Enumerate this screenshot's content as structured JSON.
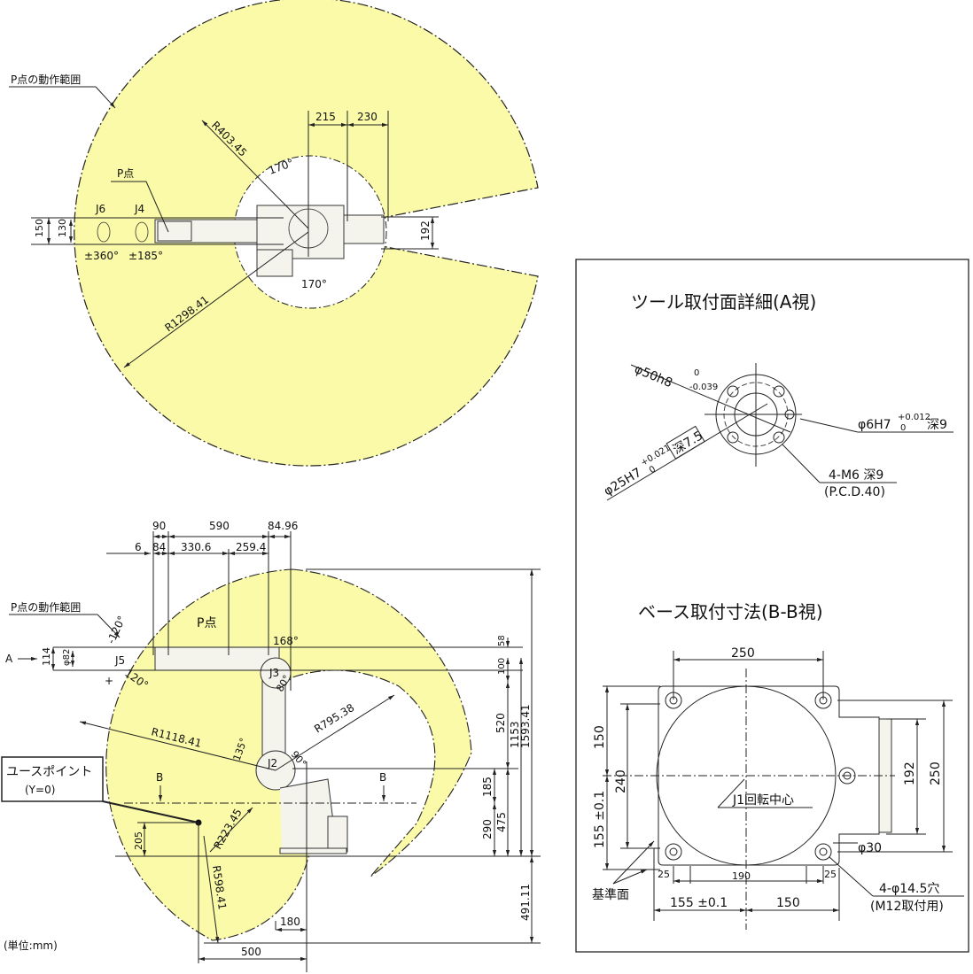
{
  "colors": {
    "range": "#fafaa8",
    "line": "#222222"
  },
  "top_view": {
    "range_label": "P点の動作範囲",
    "p_point": "P点",
    "j6": "J6",
    "j4": "J4",
    "j6_range": "±360°",
    "j4_range": "±185°",
    "dim_150": "150",
    "dim_130": "130",
    "dim_192": "192",
    "dim_215": "215",
    "dim_230": "230",
    "r_inner": "R403.45",
    "r_outer": "R1298.41",
    "angle_top": "170°",
    "angle_bottom": "170°"
  },
  "side_view": {
    "range_label": "P点の動作範囲",
    "p_point": "P点",
    "a_arrow": "A",
    "j5": "J5",
    "j3": "J3",
    "j2": "J2",
    "dims_top": [
      "90",
      "590",
      "84.96",
      "6",
      "84",
      "330.6",
      "259.4"
    ],
    "dim_114": "114",
    "dim_phi82": "φ82",
    "angle_j5_neg": "-120°",
    "angle_j5_pos": "120°",
    "plus": "+",
    "angle_168": "168°",
    "angle_j3": "80°",
    "angle_135": "135°",
    "angle_90": "90°",
    "r_1118": "R1118.41",
    "r_795": "R795.38",
    "r_223": "R223.45",
    "r_598": "R598.41",
    "dims_right": [
      "58",
      "100",
      "520",
      "1153",
      "1593.41",
      "185",
      "475",
      "290",
      "491.11"
    ],
    "dim_205": "205",
    "dim_180": "180",
    "dim_500": "500",
    "section_b": "B",
    "user_point": "ユースポイント",
    "user_point_sub": "(Y=0)",
    "unit": "(単位:mm)"
  },
  "detail_a": {
    "title": "ツール取付面詳細(A視)",
    "phi50": "φ50h8",
    "phi50_tol_up": "0",
    "phi50_tol_low": "-0.039",
    "phi25": "φ25H7",
    "phi25_tol_up": "+0.021",
    "phi25_tol_low": "0",
    "depth75": "深7.5",
    "phi6": "φ6H7",
    "phi6_tol_up": "+0.012",
    "phi6_tol_low": "0",
    "phi6_depth": "深9",
    "m6": "4-M6 深9",
    "pcd": "(P.C.D.40)"
  },
  "detail_b": {
    "title": "ベース取付寸法(B-B視)",
    "dim_250_top": "250",
    "dim_150": "150",
    "dim_240": "240",
    "dim_155": "155 ±0.1",
    "dim_192": "192",
    "dim_250_right": "250",
    "j1_center": "J1回転中心",
    "phi30": "φ30",
    "dim_25_left": "25",
    "dim_190": "190",
    "dim_25_right": "25",
    "ref_surface": "基準面",
    "dim_155_bottom": "155 ±0.1",
    "dim_150_bottom": "150",
    "holes": "4-φ14.5穴",
    "holes_sub": "(M12取付用)"
  }
}
